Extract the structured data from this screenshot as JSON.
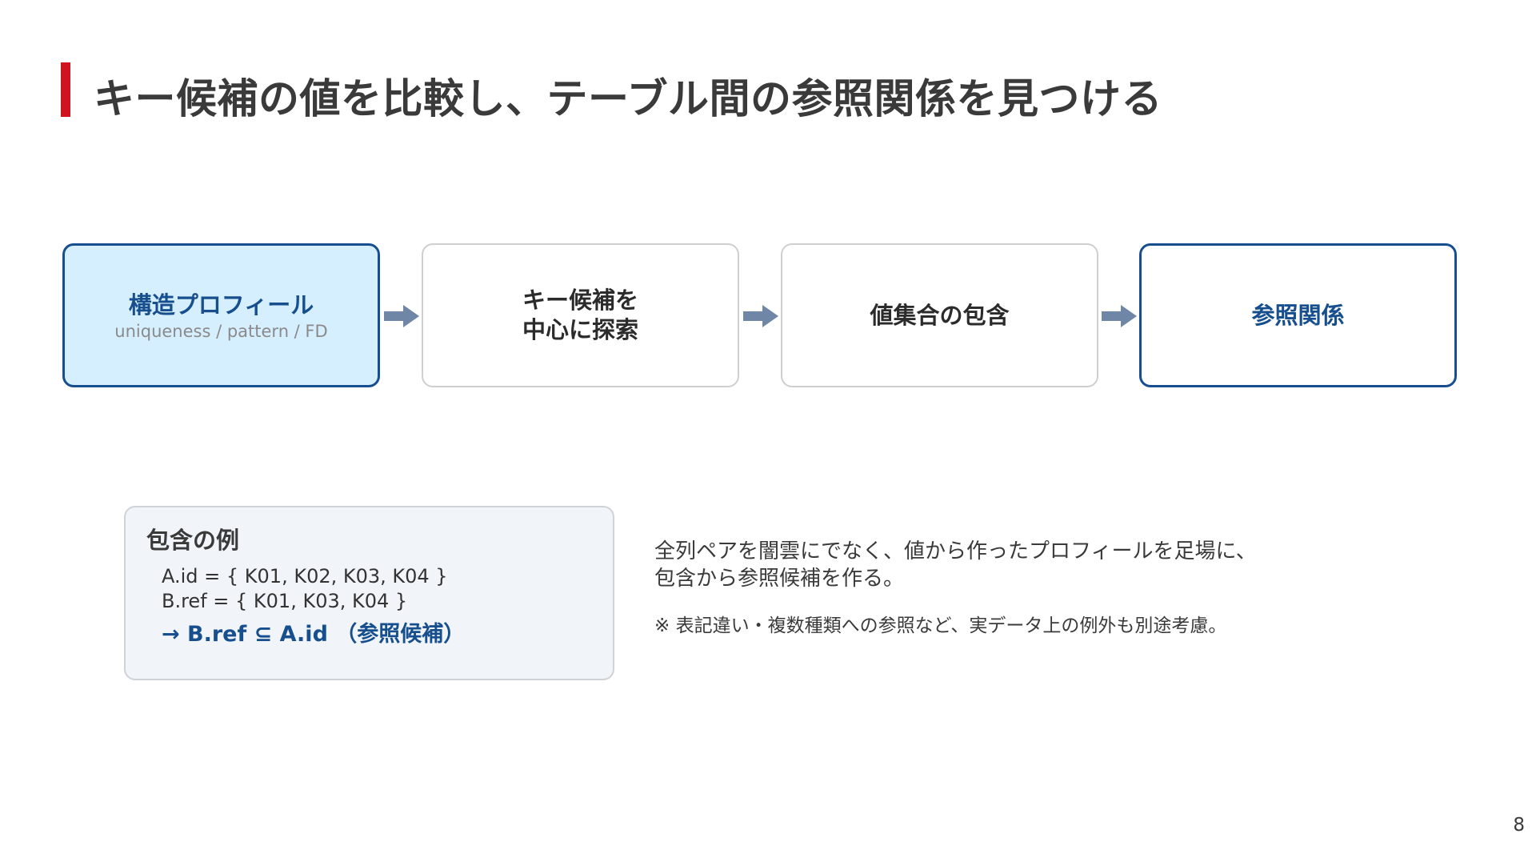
{
  "slide": {
    "title": "キー候補の値を比較し、テーブル間の参照関係を見つける",
    "page_number": "8",
    "accent_color": "#d0141f",
    "primary_color": "#174f8e"
  },
  "flow": {
    "steps": [
      {
        "label": "構造プロフィール",
        "sublabel": "uniqueness / pattern / FD"
      },
      {
        "label_line1": "キー候補を",
        "label_line2": "中心に探索"
      },
      {
        "label": "値集合の包含"
      },
      {
        "label": "参照関係"
      }
    ],
    "arrow_color": "#6f86a6"
  },
  "example": {
    "title": "包含の例",
    "line1": "A.id = { K01, K02, K03, K04 }",
    "line2": "B.ref = { K01, K03, K04 }",
    "line3": "→ B.ref ⊆ A.id （参照候補）"
  },
  "description": {
    "line1": "全列ペアを闇雲にでなく、値から作ったプロフィールを足場に、",
    "line2": "包含から参照候補を作る。",
    "note": "※ 表記違い・複数種類への参照など、実データ上の例外も別途考慮。"
  }
}
